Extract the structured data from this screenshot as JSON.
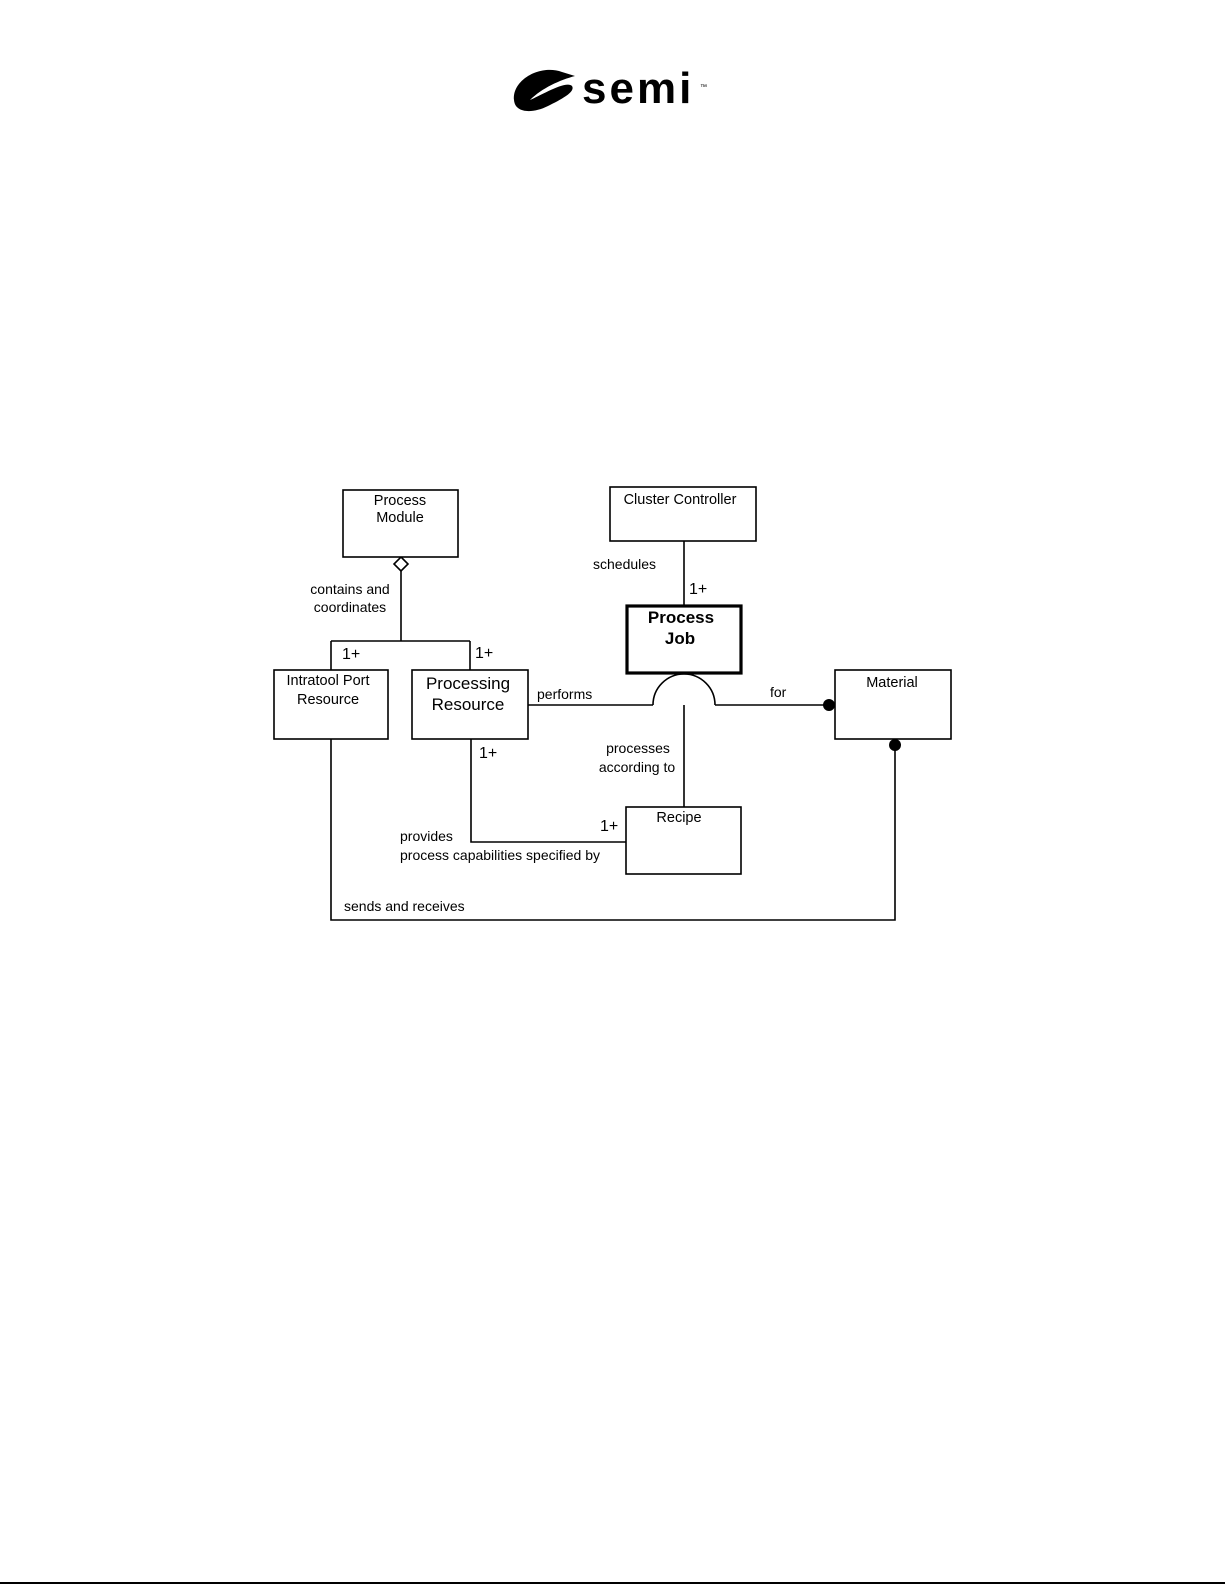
{
  "logo": {
    "text": "semi",
    "trademark": "™"
  },
  "diagram": {
    "boxes": {
      "process_module": [
        "Process",
        "Module"
      ],
      "cluster_controller": [
        "Cluster Controller"
      ],
      "process_job": [
        "Process",
        "Job"
      ],
      "intratool_port_resource": [
        "Intratool Port",
        "Resource"
      ],
      "processing_resource": [
        "Processing",
        "Resource"
      ],
      "material": [
        "Material"
      ],
      "recipe": [
        "Recipe"
      ]
    },
    "labels": {
      "contains_and": "contains and",
      "coordinates": "coordinates",
      "schedules": "schedules",
      "performs": "performs",
      "for": "for",
      "processes": "processes",
      "according_to": "according to",
      "provides": "provides",
      "process_capabilities_specified_by": "process capabilities specified by",
      "sends_and_receives": "sends and receives"
    },
    "multiplicities": {
      "intratool_port": "1+",
      "processing_resource_top": "1+",
      "process_job": "1+",
      "processing_resource_bottom": "1+",
      "recipe": "1+"
    }
  },
  "colors": {
    "ink": "#000000",
    "paper": "#ffffff"
  }
}
